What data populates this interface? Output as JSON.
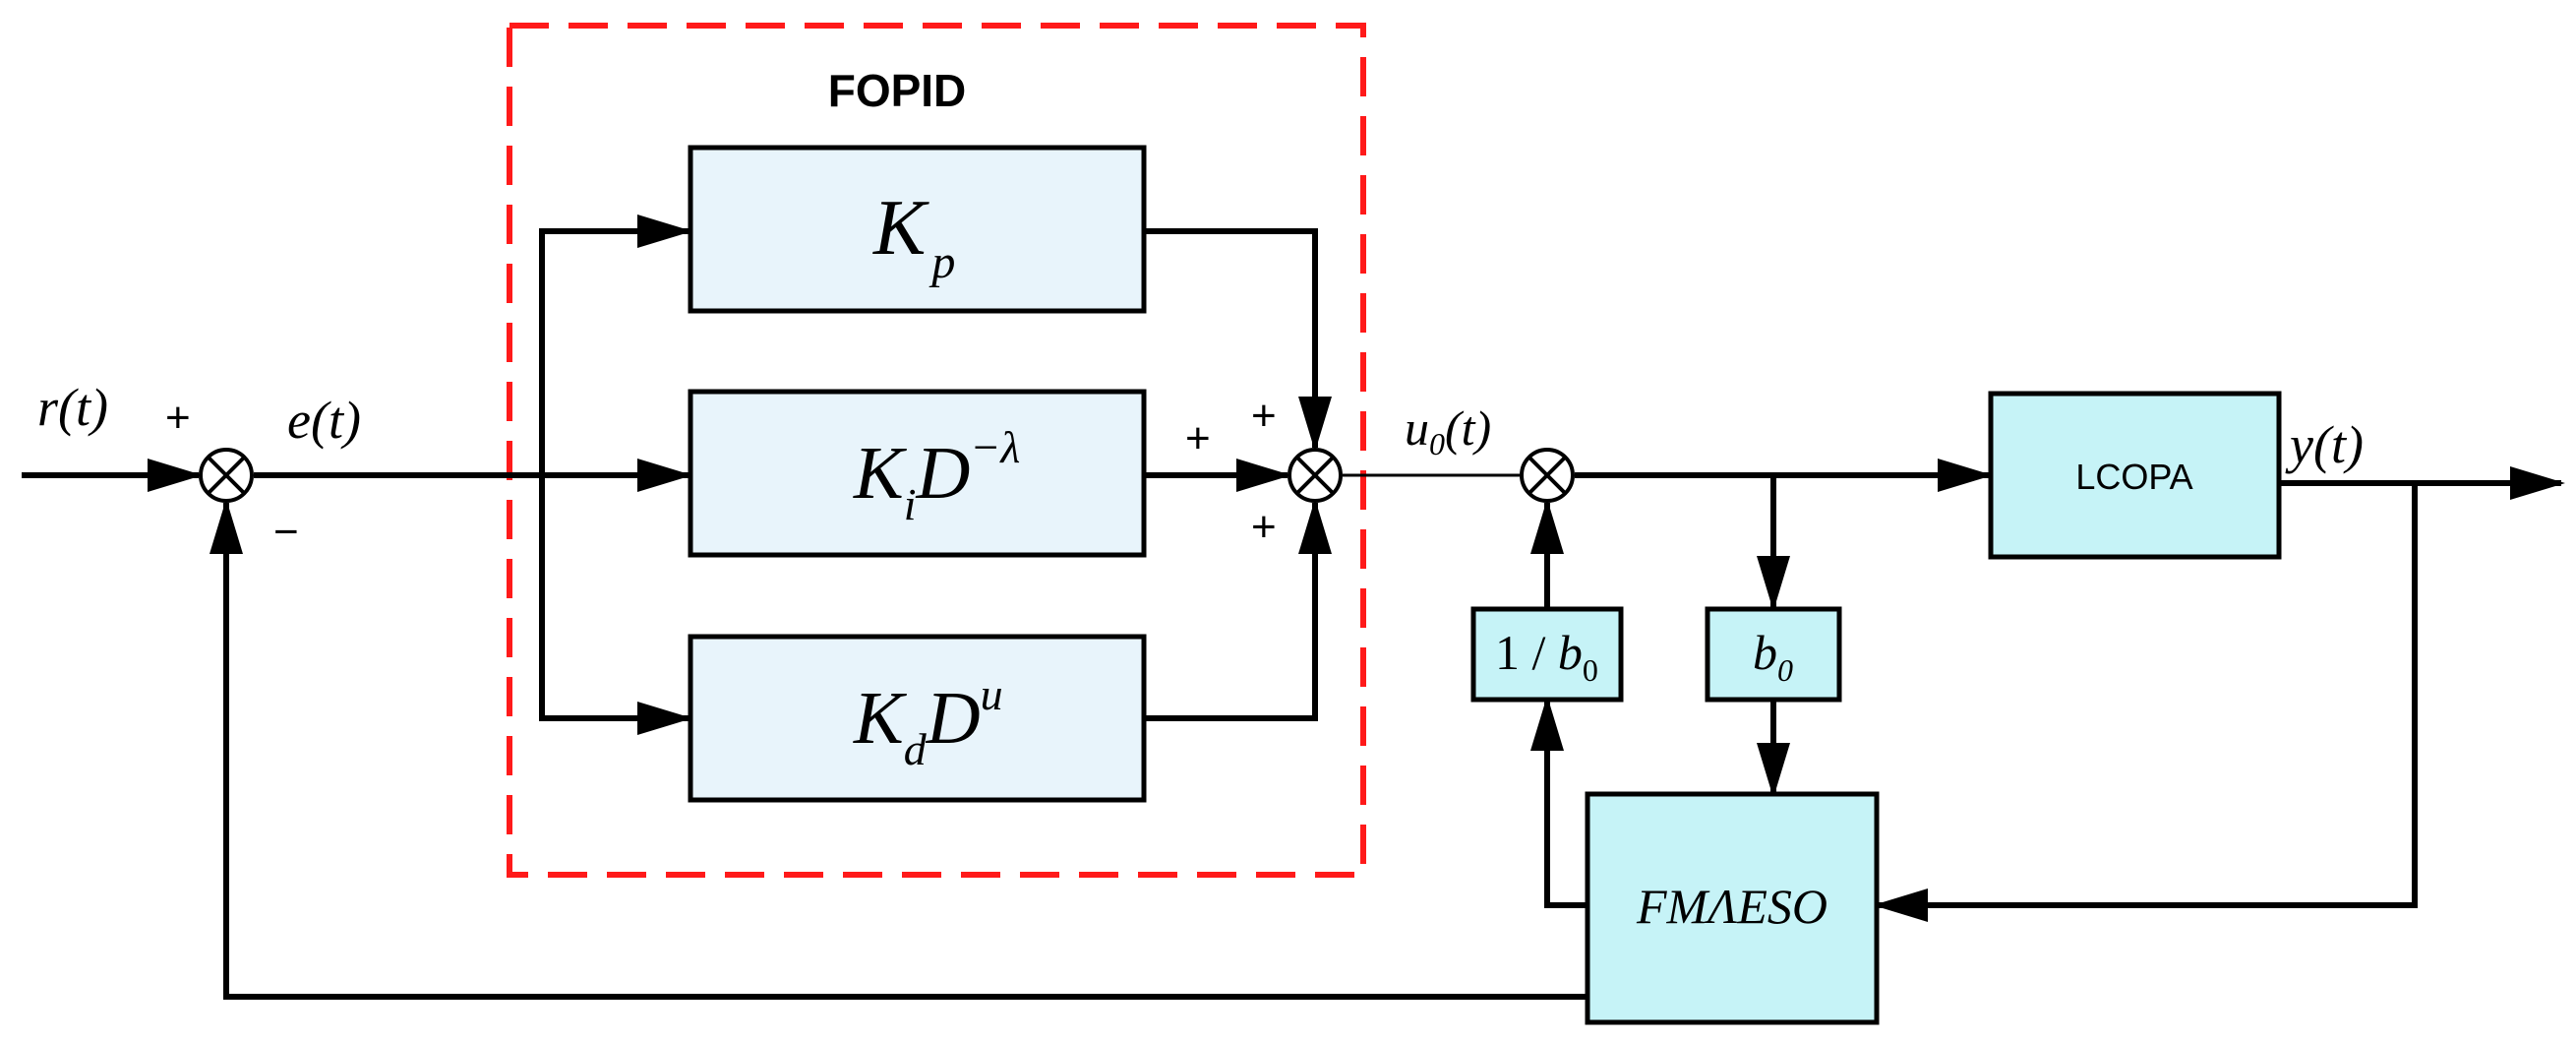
{
  "colors": {
    "pid_block_fill": "#e8f4fb",
    "plant_block_fill": "#c6f3f7",
    "fopid_frame": "#ff1a1a",
    "fopid_label": "#e8101a",
    "line": "#000000"
  },
  "fopid": {
    "label": "FOPID",
    "kp": {
      "main": "K",
      "sub": "p"
    },
    "ki": {
      "main": "K",
      "sub": "i",
      "op": "D",
      "exp": "−λ"
    },
    "kd": {
      "main": "K",
      "sub": "d",
      "op": "D",
      "exp": "u"
    }
  },
  "signals": {
    "r": "r(t)",
    "e": "e(t)",
    "u0": {
      "main": "u",
      "sub": "0",
      "rest": "(t)"
    },
    "y": "y(t)"
  },
  "blocks": {
    "plant": "LCOPA",
    "observer": "FMΛESO",
    "inv_b0": {
      "prefix": "1 / ",
      "main": "b",
      "sub": "0"
    },
    "b0": {
      "main": "b",
      "sub": "0"
    }
  },
  "signs": {
    "sum1_plus": "+",
    "sum1_minus": "−",
    "sum2_top": "+",
    "sum2_left": "+",
    "sum2_bottom": "+"
  },
  "icons": [
    "summing-junction-icon",
    "arrowhead-icon"
  ]
}
